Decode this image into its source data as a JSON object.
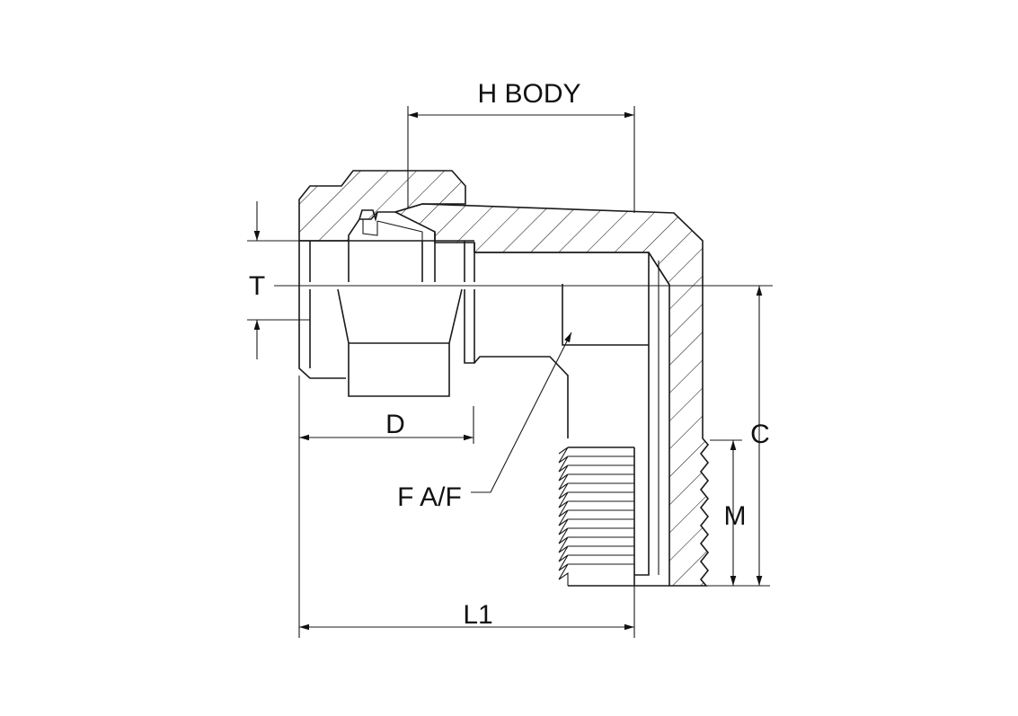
{
  "labels": {
    "h_body": "H BODY",
    "t": "T",
    "d": "D",
    "f_af": "F A/F",
    "l1": "L1",
    "c": "C",
    "m": "M"
  }
}
